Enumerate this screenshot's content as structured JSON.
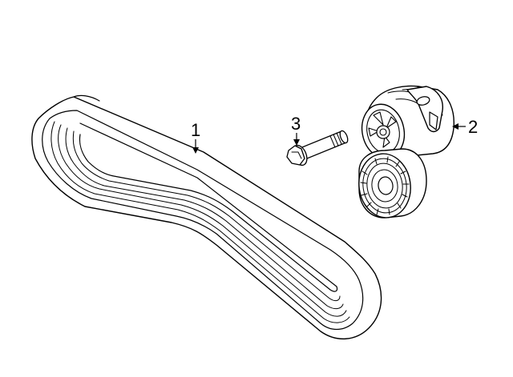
{
  "callouts": {
    "belt": "1",
    "tensioner": "2",
    "bolt": "3"
  },
  "colors": {
    "line": "#000000",
    "fill": "#ffffff"
  }
}
